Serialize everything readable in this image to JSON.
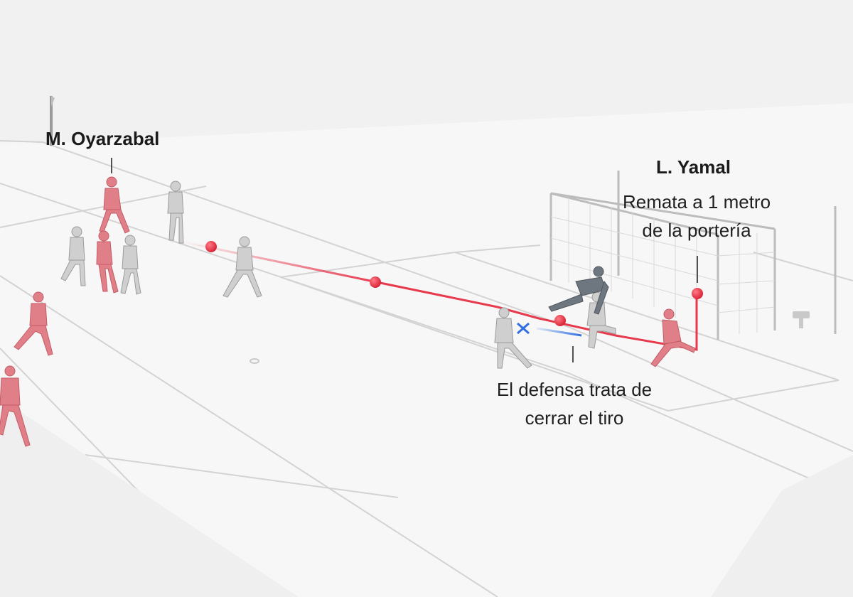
{
  "annotations": {
    "player_left": {
      "name": "M. Oyarzabal"
    },
    "player_right": {
      "name": "L. Yamal",
      "note_line1": "Remata a 1 metro",
      "note_line2": "de la portería"
    },
    "defender": {
      "note_line1": "El defensa trata de",
      "note_line2": "cerrar el tiro"
    }
  },
  "colors": {
    "pitch": "#f3f3f3",
    "pitch_lines": "#d2d2d2",
    "ball_path": "#e5253a",
    "ball": "#e5253a",
    "blocked_shot": "#2f6fe0",
    "team_red": "#e07f88",
    "team_white": "#cfcfcf",
    "goalkeeper": "#6e7780",
    "text": "#1b1b1b"
  },
  "icons": {
    "ball": "ball-icon",
    "block_mark": "cross-icon"
  }
}
